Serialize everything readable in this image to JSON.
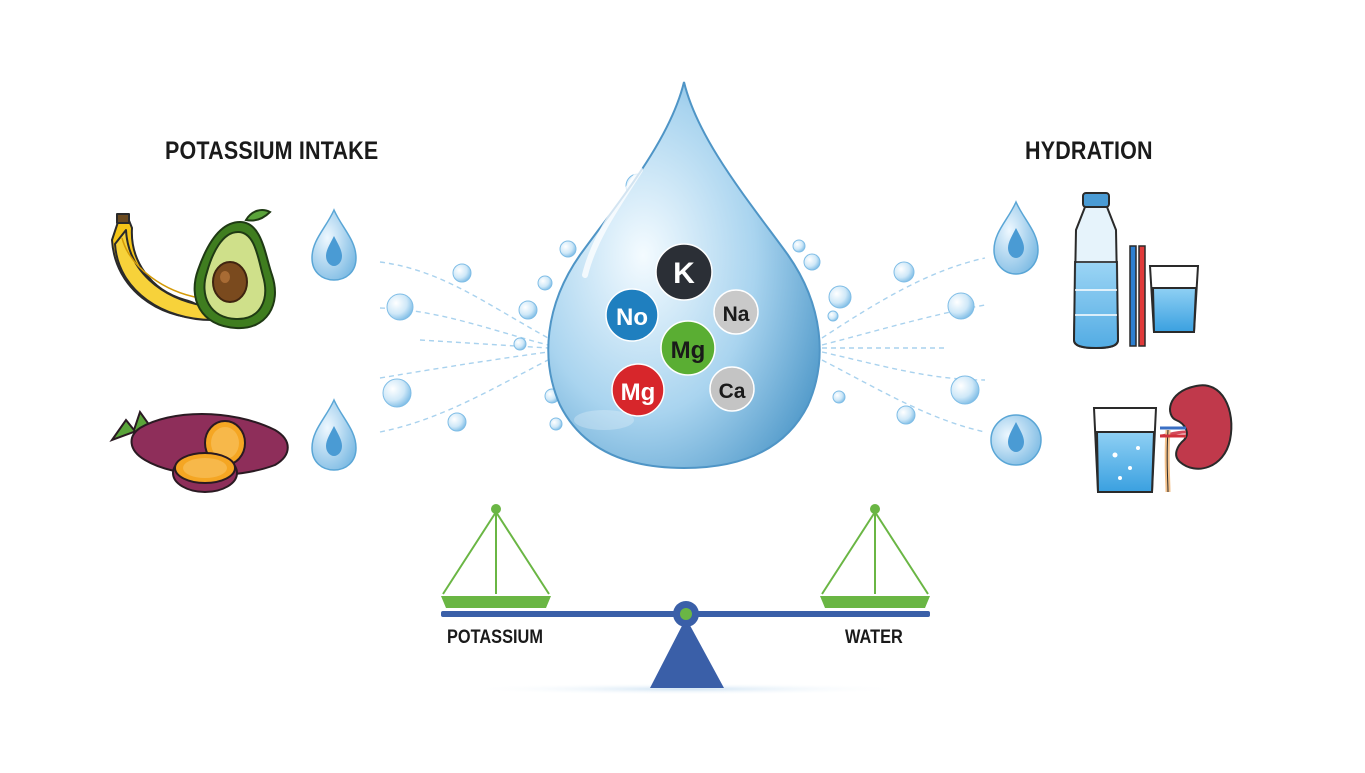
{
  "headings": {
    "left": "POTASSIUM INTAKE",
    "right": "HYDRATION"
  },
  "minerals": [
    {
      "symbol": "K",
      "color": "#2b2f36"
    },
    {
      "symbol": "No",
      "color": "#1f7fbf"
    },
    {
      "symbol": "Na",
      "color": "#c9c9c9"
    },
    {
      "symbol": "Mg",
      "color": "#5aae33"
    },
    {
      "symbol": "Mg",
      "color": "#d7262b"
    },
    {
      "symbol": "Ca",
      "color": "#c4c4c4"
    }
  ],
  "balance": {
    "left_label": "POTASSIUM",
    "right_label": "WATER"
  },
  "colors": {
    "water_drop": "#5aa6d6",
    "scale_beam": "#3a5fa8",
    "scale_pan": "#6ab644"
  },
  "icons": [
    "banana-icon",
    "avocado-icon",
    "sweet-potato-icon",
    "water-bottle-icon",
    "glass-of-water-icon",
    "kidney-icon",
    "water-droplet-icon"
  ]
}
